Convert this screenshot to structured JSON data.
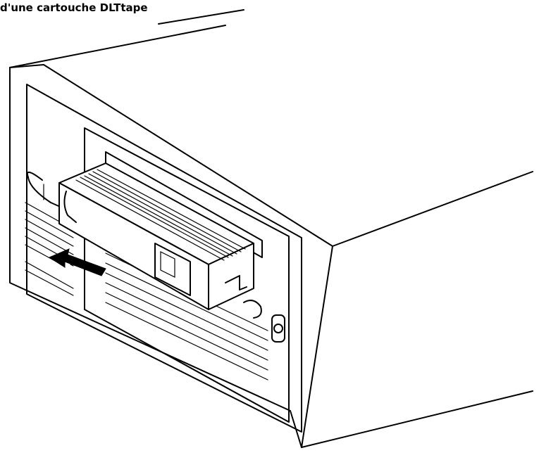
{
  "figure": {
    "caption": "d'une cartouche DLTtape",
    "colors": {
      "line": "#000000",
      "background": "#ffffff"
    },
    "icons": [
      "tape-drive-illustration",
      "dlt-cartridge",
      "eject-arrow",
      "power-button"
    ]
  }
}
